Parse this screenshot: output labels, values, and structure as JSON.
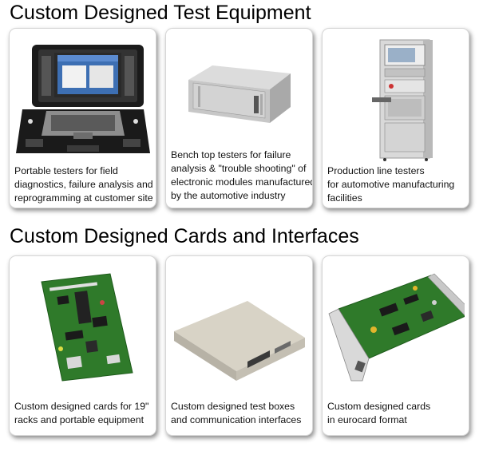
{
  "sections": [
    {
      "title": "Custom Designed Test Equipment",
      "cards": [
        {
          "caption": [
            "Portable testers for field",
            "diagnostics, failure analysis and",
            "reprogramming at customer site"
          ],
          "image": "laptop-case-icon"
        },
        {
          "caption": [
            "Bench top testers for failure",
            "analysis & \"trouble shooting\" of",
            "electronic modules manufactured",
            "by the automotive industry"
          ],
          "image": "rack-chassis-icon"
        },
        {
          "caption": [
            "Production line testers",
            "for automotive manufacturing",
            "facilities"
          ],
          "image": "test-cabinet-icon"
        }
      ]
    },
    {
      "title": "Custom Designed Cards and Interfaces",
      "cards": [
        {
          "caption": [
            "Custom designed cards for 19\"",
            "racks and portable equipment"
          ],
          "image": "pcb-card-icon"
        },
        {
          "caption": [
            "Custom designed test boxes",
            "and communication interfaces"
          ],
          "image": "test-box-icon"
        },
        {
          "caption": [
            "Custom designed cards",
            "in eurocard format"
          ],
          "image": "eurocard-icon"
        }
      ]
    }
  ],
  "colors": {
    "pcb_green": "#2f7a2a",
    "card_border": "#d6d6d6",
    "chassis_grey": "#c9c9c9"
  }
}
